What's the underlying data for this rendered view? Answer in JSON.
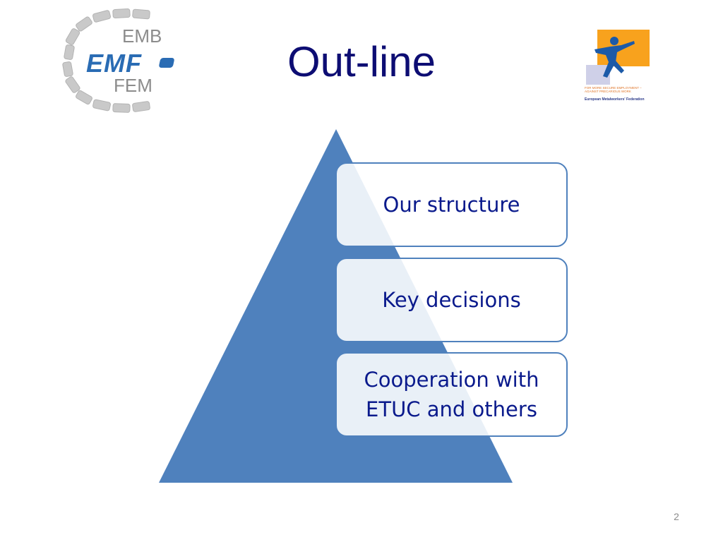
{
  "slide": {
    "title": "Out-line",
    "page_number": "2"
  },
  "logos": {
    "emf": {
      "top_text": "EMB",
      "middle_text": "EMF",
      "bottom_text": "FEM",
      "accent": "#2a6cb4",
      "gray": "#8c8c8c"
    },
    "campaign": {
      "caption": "For more secure employment – against precarious work",
      "federation": "European Metalworkers' Federation",
      "accent_orange": "#f8a21d"
    }
  },
  "pyramid": {
    "color": "#4f81bd",
    "items": [
      {
        "lines": [
          "Our structure"
        ]
      },
      {
        "lines": [
          "Key decisions"
        ]
      },
      {
        "lines": [
          "Cooperation with",
          "ETUC and others"
        ]
      }
    ]
  }
}
